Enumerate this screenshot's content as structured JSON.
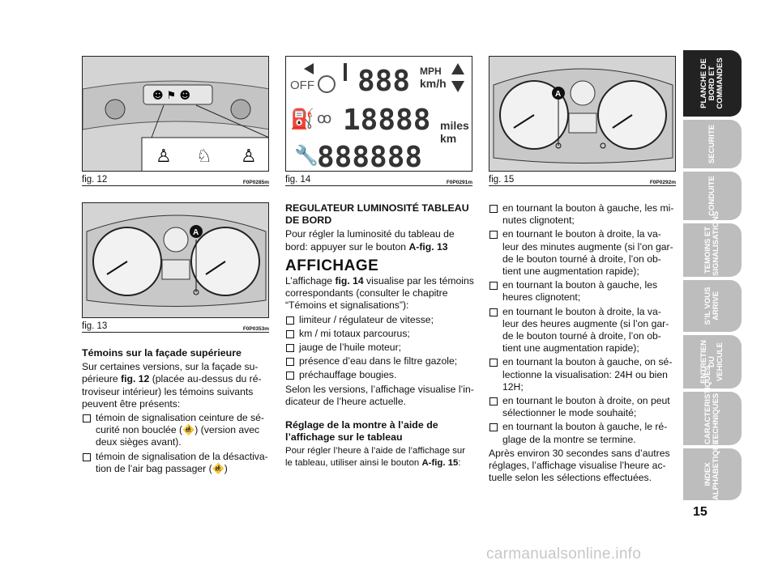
{
  "figures": {
    "fig12": {
      "label": "fig. 12",
      "code": "F0P0285m"
    },
    "fig13": {
      "label": "fig. 13",
      "code": "F0P0353m"
    },
    "fig14": {
      "label": "fig. 14",
      "code": "F0P0291m",
      "mph": "MPH",
      "kmh": "km/h",
      "miles": "miles",
      "km": "km",
      "off": "OFF",
      "digits_top": "888",
      "digits_mid": "18888",
      "digits_bot": "888888"
    },
    "fig15": {
      "label": "fig. 15",
      "code": "F0P0292m"
    },
    "marker_a": "A"
  },
  "left_column": {
    "heading": "Témoins sur la façade supérieure",
    "intro_1": "Sur certaines versions, sur la façade su-périeure ",
    "intro_fig": "fig. 12",
    "intro_2": " (placée au-dessus du ré-troviseur intérieur) les témoins suivants peuvent être présents:",
    "bullet_1": "témoin de signalisation ceinture de sé-curité non bouclée (🚸) (version avec deux sièges avant).",
    "bullet_2": "témoin de signalisation de la désactiva-tion de l’air bag passager (🚸)"
  },
  "middle_column": {
    "heading_1": "REGULATEUR LUMINOSITÉ TABLEAU DE BORD",
    "para_1a": "Pour régler la luminosité du tableau de bord: appuyer sur le bouton ",
    "para_1b": "A-fig. 13",
    "heading_2": "AFFICHAGE",
    "para_2a": "L’affichage ",
    "para_2b": "fig. 14",
    "para_2c": " visualise par les témoins correspondants (consulter le chapitre “Témoins et signalisations”):",
    "bullets": [
      "limiteur / régulateur de vitesse;",
      "km / mi totaux parcourus;",
      "jauge de l’huile moteur;",
      "présence d’eau dans le filtre gazole;",
      "préchauffage bougies."
    ],
    "para_3": "Selon les versions, l’affichage visualise l’in-dicateur de l’heure actuelle.",
    "heading_3": "Réglage de la montre à l’aide de l’affichage sur le tableau",
    "para_4a": "Pour régler l’heure à l’aide de l’affichage sur le tableau, utiliser ainsi le bouton ",
    "para_4b": "A-fig. 15",
    "para_4c": ":"
  },
  "right_column": {
    "bullets": [
      "en tournant la bouton à gauche, les mi-nutes clignotent;",
      "en tournant le bouton à droite, la va-leur des minutes augmente (si l’on gar-de le bouton tourné à droite, l’on ob-tient une augmentation rapide);",
      "en tournant la bouton à gauche, les heures clignotent;",
      "en tournant le bouton à droite, la va-leur des heures augmente (si l’on gar-de le bouton tourné à droite, l’on ob-tient une augmentation rapide);",
      "en tournant la bouton à gauche, on sé-lectionne la visualisation: 24H ou bien 12H;",
      "en tournant le bouton à droite, on peut sélectionner le mode souhaité;",
      "en tournant la bouton à gauche, le ré-glage de la montre se termine."
    ],
    "closing": "Après environ 30 secondes sans d’autres réglages, l’affichage visualise l’heure ac-tuelle selon les sélections effectuées."
  },
  "side_tabs": [
    {
      "label": "PLANCHE DE\nBORD ET\nCOMMANDES",
      "active": true
    },
    {
      "label": "SECURITE",
      "active": false
    },
    {
      "label": "CONDUITE",
      "active": false
    },
    {
      "label": "TEMOINS ET\nSIGNALISATIONS",
      "active": false
    },
    {
      "label": "S’IL VOUS\nARRIVE",
      "active": false
    },
    {
      "label": "ENTRETIEN DU\nVEHICULE",
      "active": false
    },
    {
      "label": "CARACTERISTIQUES\nTECHNIQUES",
      "active": false
    },
    {
      "label": "INDEX\nALPHABETIQUE",
      "active": false
    }
  ],
  "page_number": "15",
  "watermark": "carmanualsonline.info",
  "colors": {
    "tab_active": "#222222",
    "tab_inactive": "#bdbdbd",
    "figure_bg": "#d9d9d9"
  }
}
